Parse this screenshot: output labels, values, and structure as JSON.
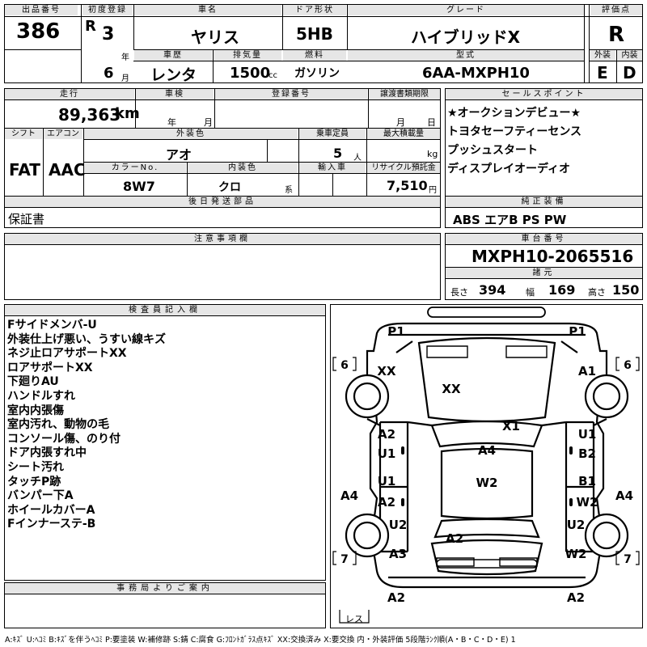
{
  "top": {
    "lot_no_label": "出品番号",
    "lot_no": "386",
    "first_reg_label": "初度登録",
    "era": "R",
    "year": "3",
    "year_unit": "年",
    "month": "6",
    "month_unit": "月",
    "car_name_label": "車名",
    "car_name": "ヤリス",
    "door_label": "ドア形状",
    "door": "5HB",
    "grade_label": "グレード",
    "grade": "ハイブリッドX",
    "score_label": "評価点",
    "score": "R",
    "history_label": "車歴",
    "history": "レンタ",
    "displacement_label": "排気量",
    "displacement": "1500",
    "displacement_unit": "cc",
    "fuel_label": "燃料",
    "fuel": "ガソリン",
    "model_label": "型式",
    "model": "6AA-MXPH10",
    "ext_label": "外装",
    "ext": "E",
    "int_label": "内装",
    "int": "D"
  },
  "mid": {
    "mileage_label": "走行",
    "mileage": "89,363",
    "mileage_unit": "km",
    "inspection_label": "車検",
    "ym_year": "年",
    "ym_month": "月",
    "reg_no_label": "登録番号",
    "transfer_label": "譲渡書類期限",
    "md_month": "月",
    "md_day": "日",
    "shift_label": "シフト",
    "shift": "FAT",
    "ac_label": "エアコン",
    "ac": "AAC",
    "color_label": "外装色",
    "color": "アオ",
    "capacity_label": "乗車定員",
    "capacity": "5",
    "capacity_unit": "人",
    "load_label": "最大積載量",
    "load_unit": "kg",
    "color_no_label": "カラーNo.",
    "color_no": "8W7",
    "int_color_label": "内装色",
    "int_color": "クロ",
    "int_color_unit": "系",
    "import_label": "輸入車",
    "recycle_label": "リサイクル預託金",
    "recycle": "7,510",
    "recycle_unit": "円",
    "later_label": "後日発送部品",
    "later": "保証書"
  },
  "sales": {
    "label": "セールスポイント",
    "items": [
      "★オークションデビュー★",
      "トヨタセーフティーセンス",
      "プッシュスタート",
      "ディスプレイオーディオ"
    ]
  },
  "equipment": {
    "label": "純正装備",
    "value": "ABS エアB PS PW"
  },
  "caution": {
    "label": "注意事項欄"
  },
  "chassis": {
    "label": "車台番号",
    "value": "MXPH10-2065516",
    "spec_label": "諸元",
    "length_label": "長さ",
    "length": "394",
    "width_label": "幅",
    "width": "169",
    "height_label": "高さ",
    "height": "150"
  },
  "inspector": {
    "label": "検査員記入欄",
    "notes": [
      "Fサイドメンバ-U",
      "外装仕上げ悪い、うすい線キズ",
      "ネジ止ロアサポートXX",
      "ロアサポートXX",
      "下廻りAU",
      "ハンドルすれ",
      "室内内張傷",
      "室内汚れ、動物の毛",
      "コンソール傷、のり付",
      "ドア内張すれ中",
      "シート汚れ",
      "タッチP跡",
      "バンパー下A",
      "ホイールカバーA",
      "Fインナーステ-B"
    ]
  },
  "office": {
    "label": "事務局よりご案内"
  },
  "diagram": {
    "tire_fl": "6",
    "tire_fr": "6",
    "tire_rl": "7",
    "tire_rr": "7",
    "spare": "レス",
    "m_p1_l": "P1",
    "m_p1_r": "P1",
    "m_xx_tire": "XX",
    "m_a1": "A1",
    "m_xx_hood": "XX",
    "m_x1": "X1",
    "m_a2_lf": "A2",
    "m_u1_lf": "U1",
    "m_u1_rf": "U1",
    "m_b2_rf": "B2",
    "m_a4_roof": "A4",
    "m_w2_roof": "W2",
    "m_u1_lr": "U1",
    "m_a2_lr": "A2",
    "m_b1_rr": "B1",
    "m_w2_rr": "W2",
    "m_a4_l": "A4",
    "m_a4_r": "A4",
    "m_u2_l": "U2",
    "m_u2_r": "U2",
    "m_a2_trunk": "A2",
    "m_a3": "A3",
    "m_w2_rq": "W2",
    "m_a2_bl": "A2",
    "m_a2_br": "A2"
  },
  "legend": "A:ｷｽﾞ U:ﾍｺﾐ B:ｷｽﾞを伴うﾍｺﾐ P:要塗装 W:補修跡 S:錆 C:腐食 G:ﾌﾛﾝﾄｶﾞﾗｽ点ｷｽﾞ XX:交換済み X:要交換 内・外装評価 5段階ﾗﾝｸ順(A・B・C・D・E) 1"
}
